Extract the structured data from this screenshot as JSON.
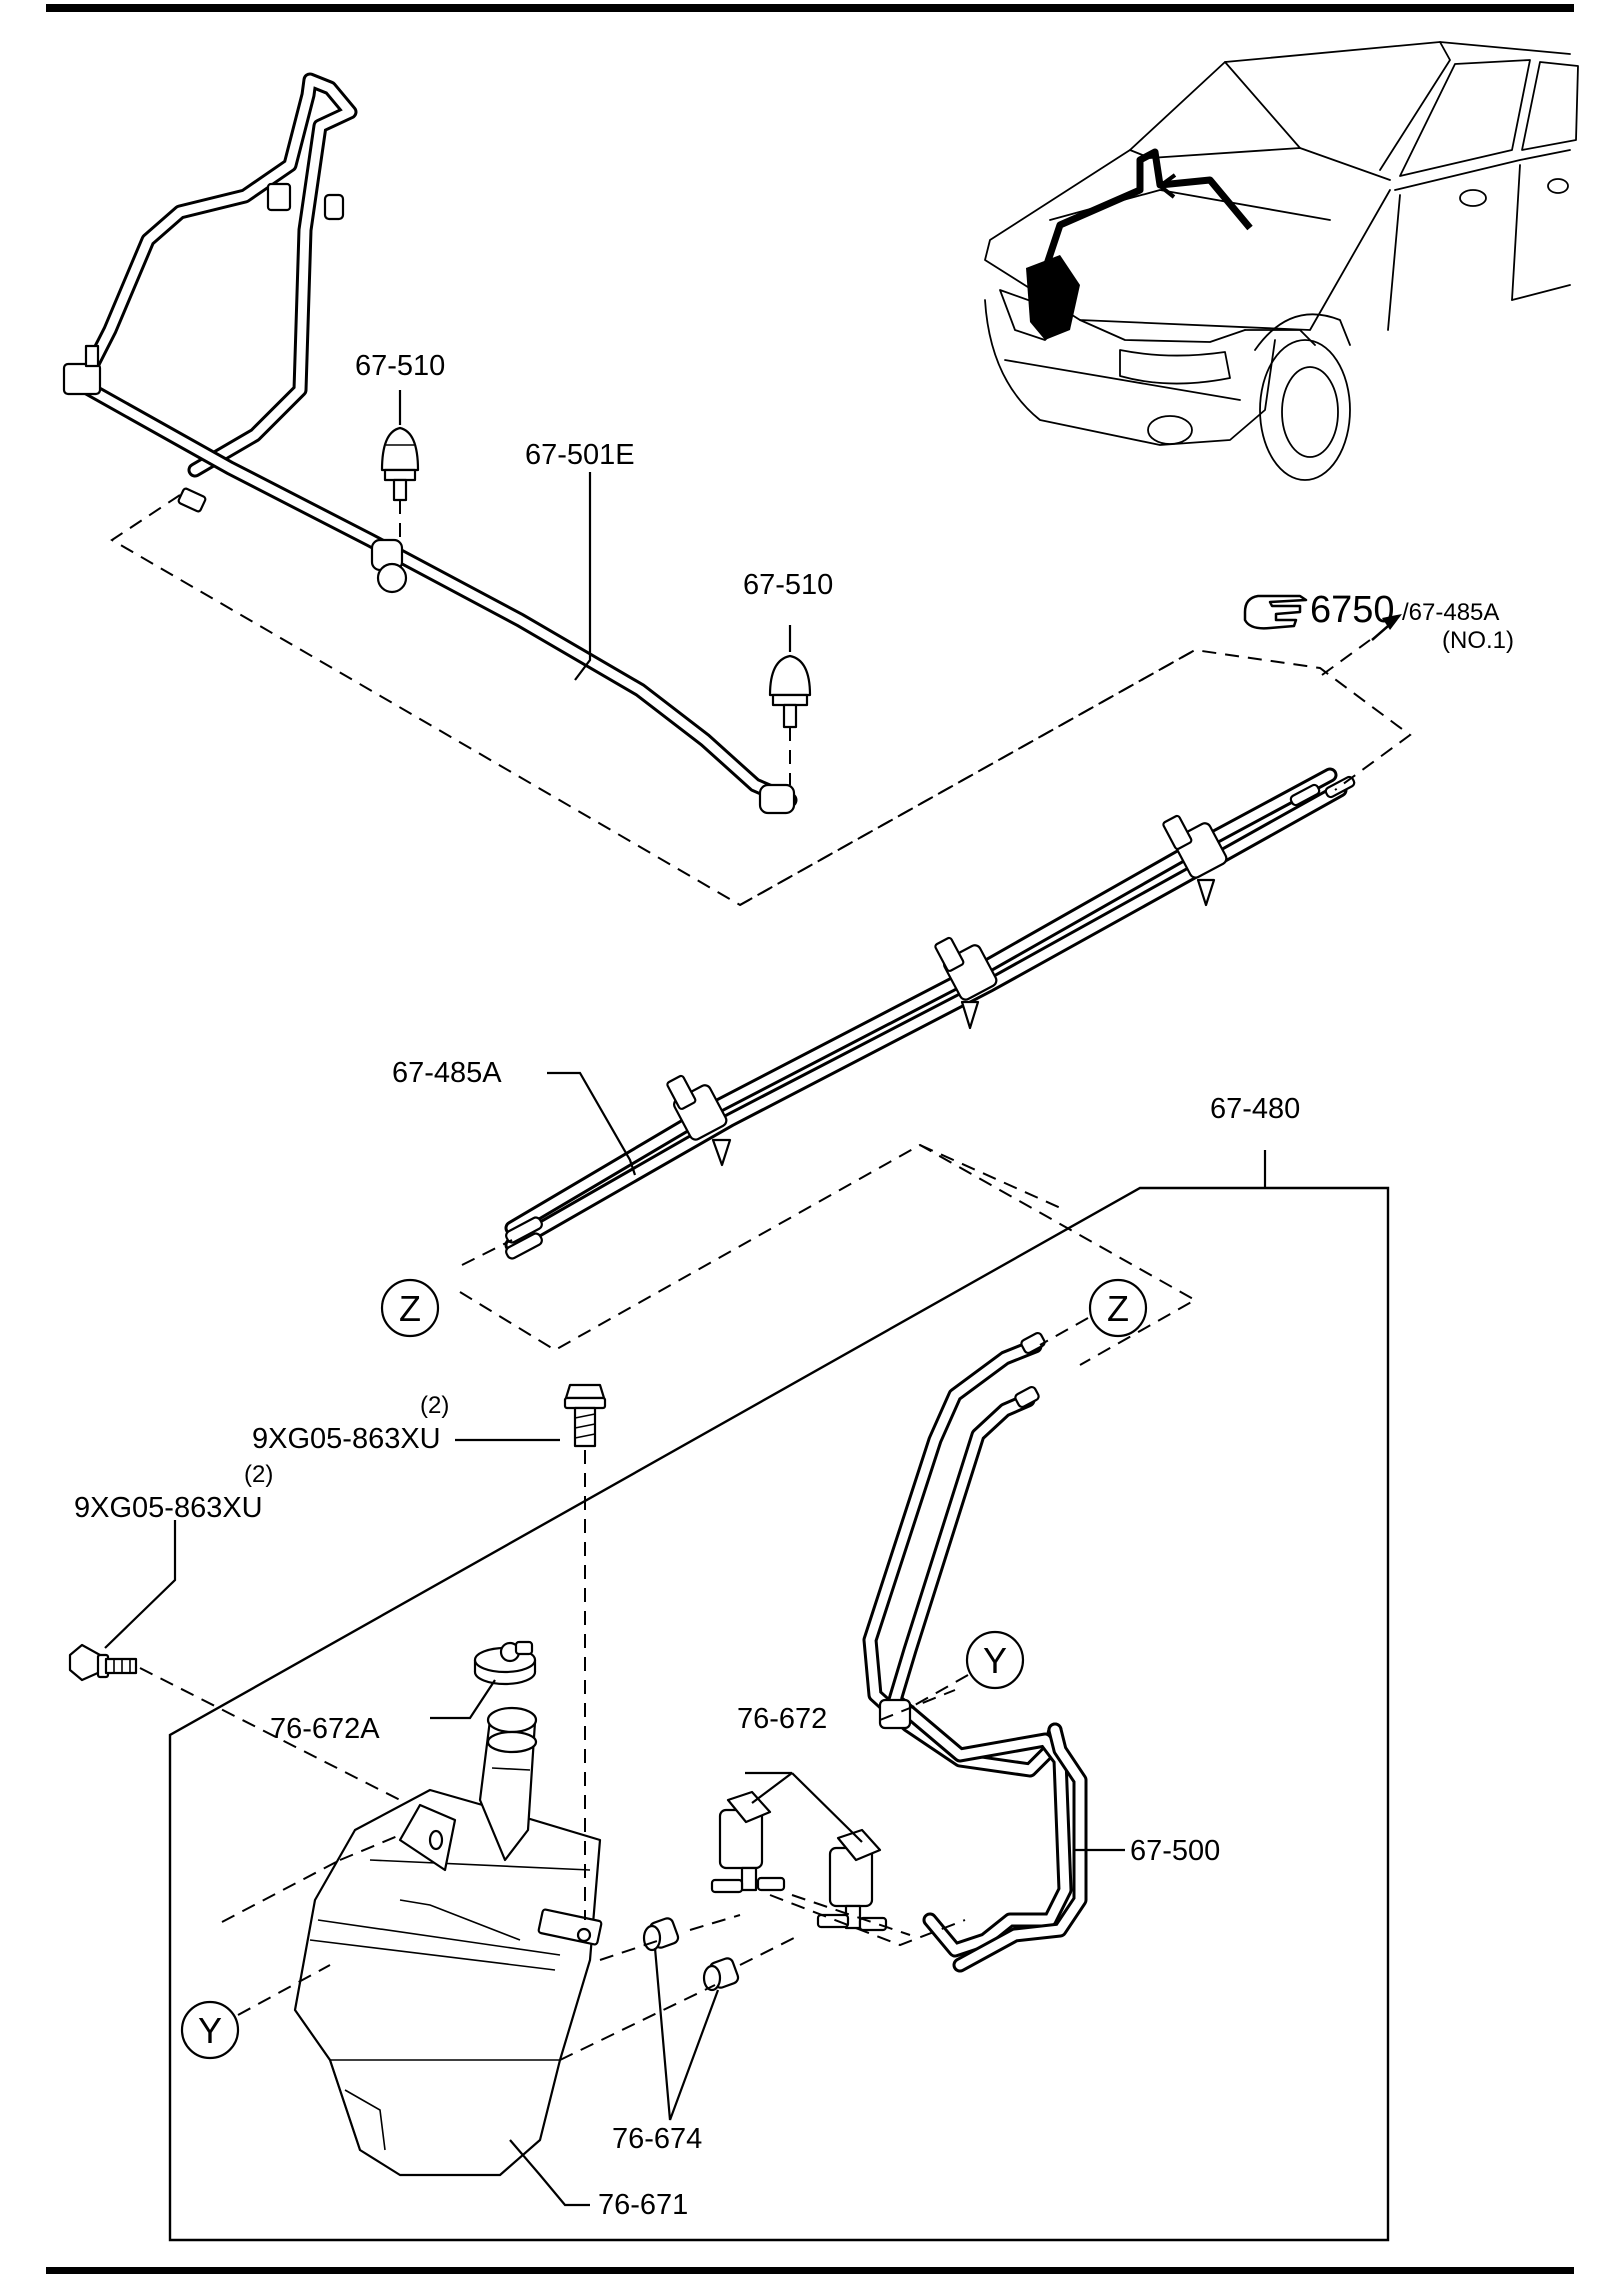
{
  "labels": {
    "nozzle_upper": "67-510",
    "nozzle_lower": "67-510",
    "hose_front": "67-501E",
    "ref_number": "6750",
    "ref_part": "/67-485A",
    "ref_note": "(NO.1)",
    "hose_main": "67-485A",
    "tank_assy": "67-480",
    "bolt_upper_qty": "(2)",
    "bolt_upper": "9XG05-863XU",
    "bolt_lower_qty": "(2)",
    "bolt_lower": "9XG05-863XU",
    "cap": "76-672A",
    "pumps": "76-672",
    "hose_tank": "67-500",
    "grommets": "76-674",
    "tank": "76-671"
  },
  "connectors": {
    "z_left": "Z",
    "z_right": "Z",
    "y_upper": "Y",
    "y_lower": "Y"
  },
  "icons": {
    "reference": "pointing-hand-icon"
  }
}
